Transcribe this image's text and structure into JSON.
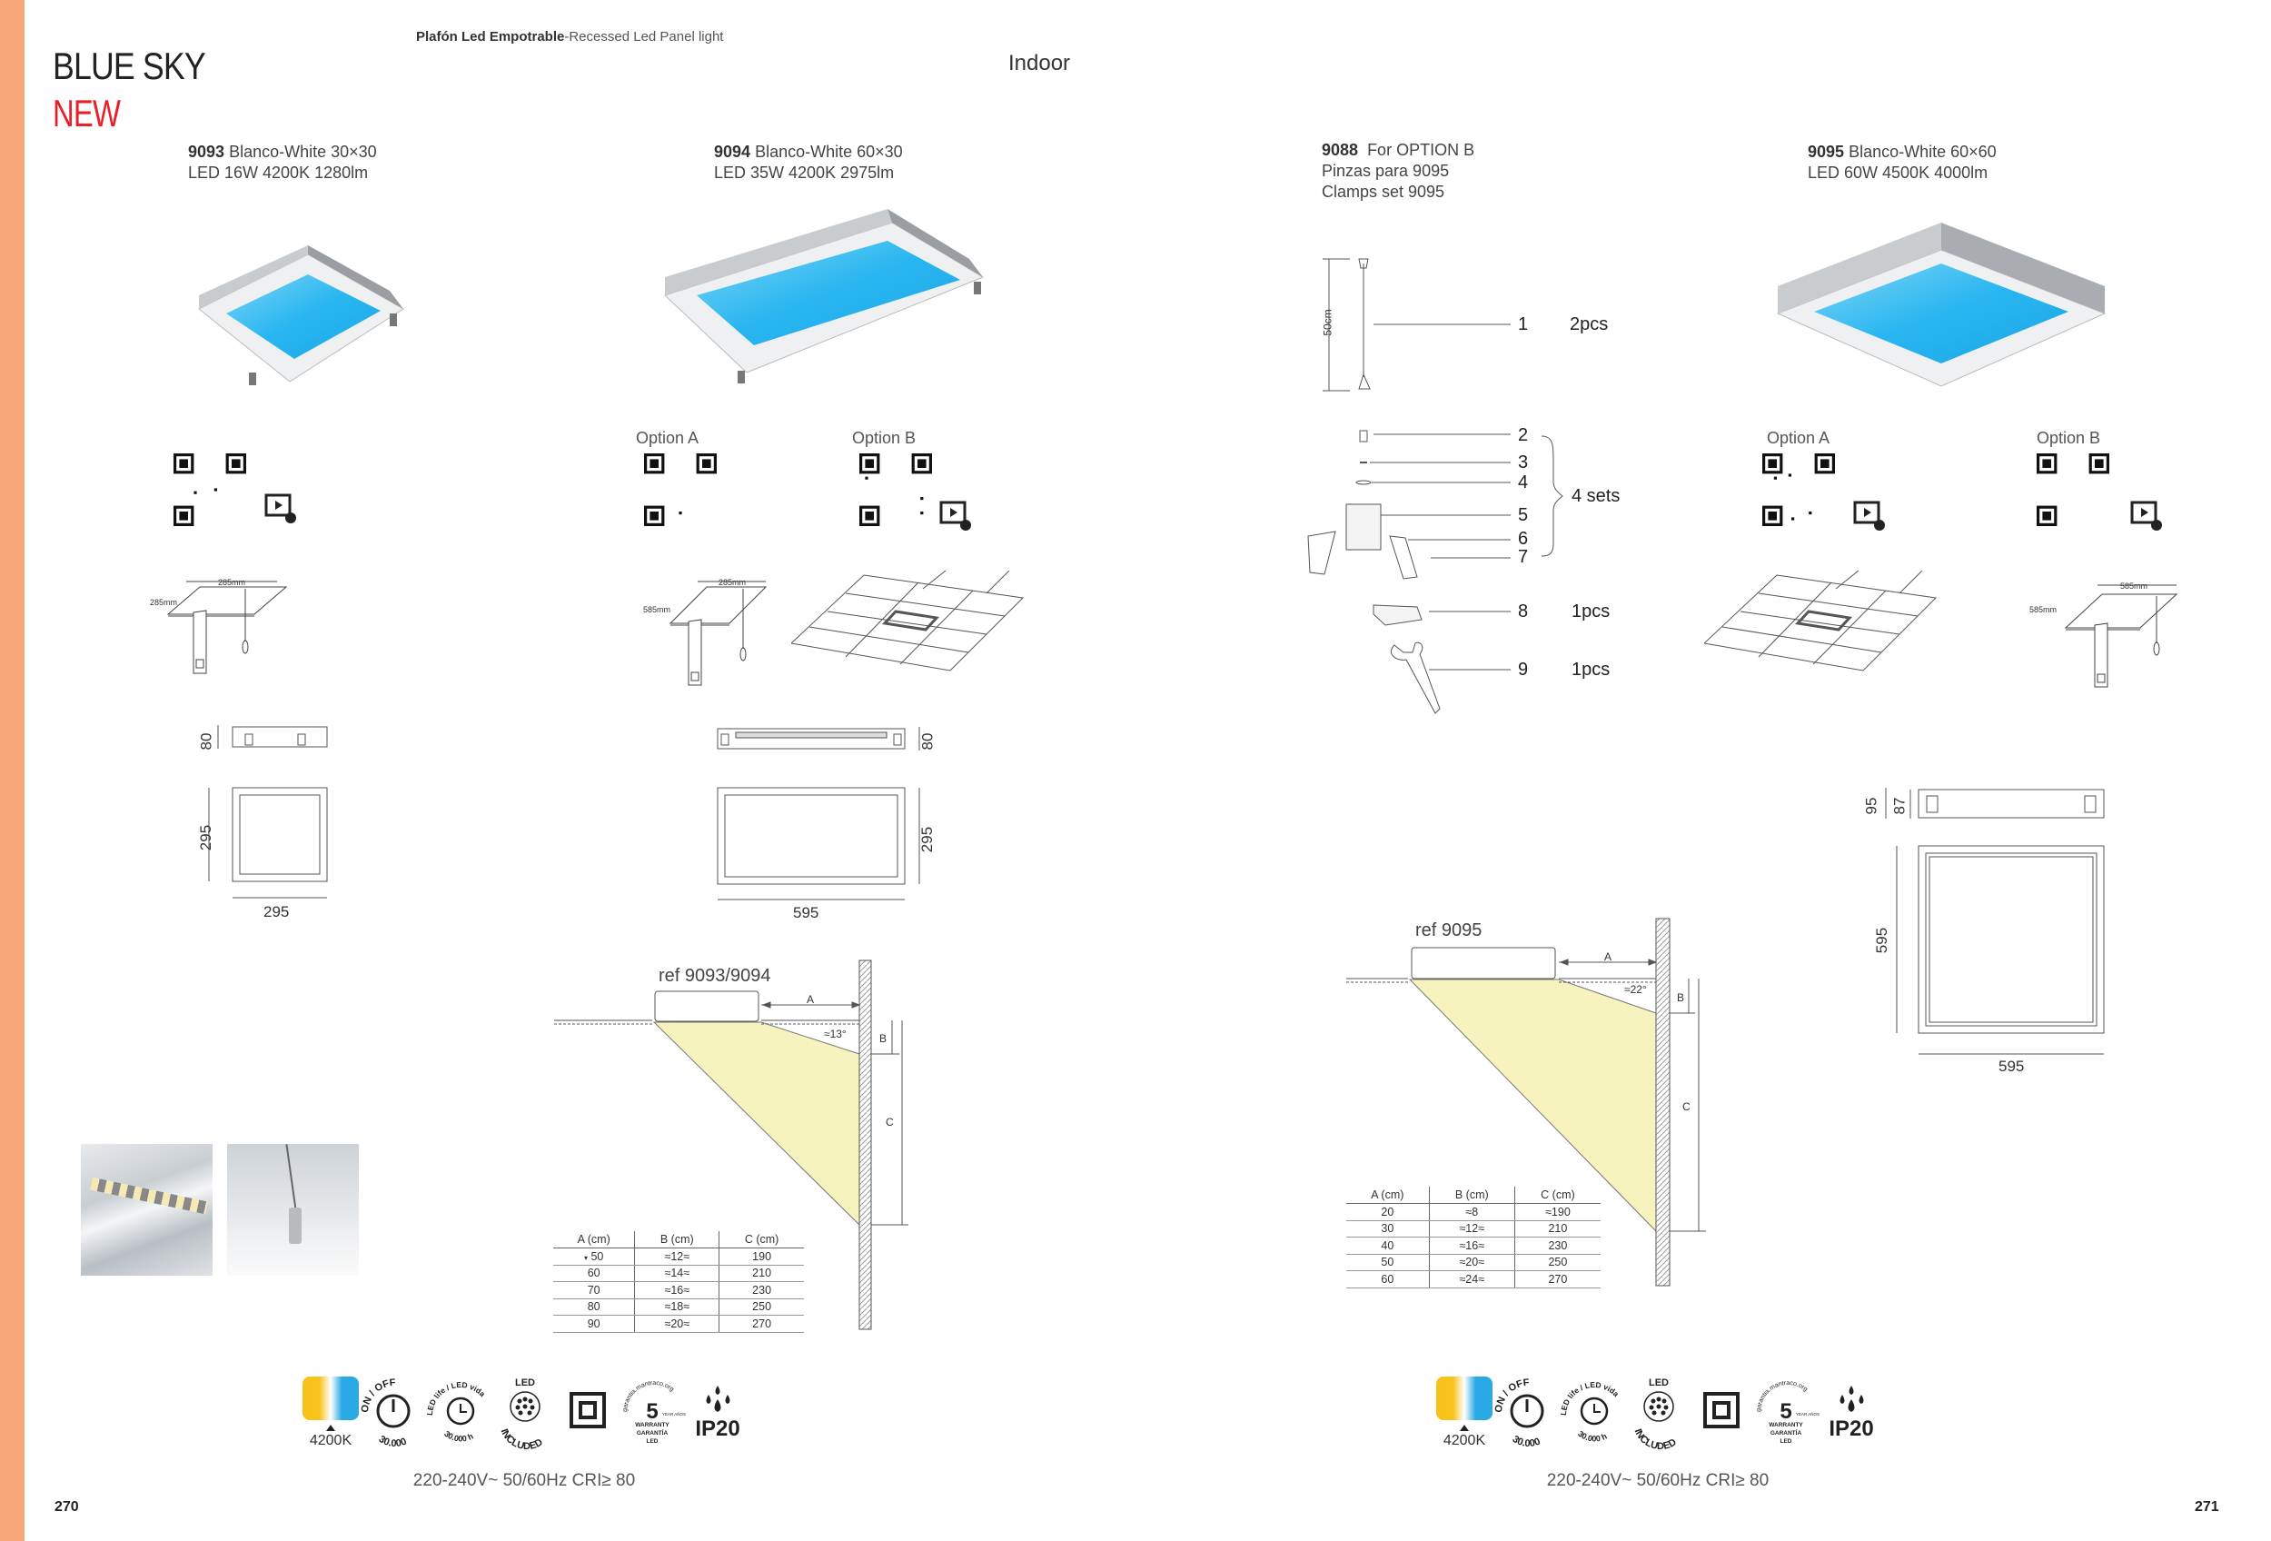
{
  "header": {
    "subtitle_bold": "Plafón Led Empotrable",
    "subtitle_light": "-Recessed Led Panel light",
    "title": "BLUE SKY",
    "badge": "NEW",
    "category": "Indoor"
  },
  "products": [
    {
      "code": "9093",
      "desc": "Blanco-White  30×30",
      "spec": "LED 16W 4200K 1280lm"
    },
    {
      "code": "9094",
      "desc": "Blanco-White 60×30",
      "spec": "LED 35W 4200K 2975lm"
    },
    {
      "code": "9095",
      "desc": "Blanco-White  60×60",
      "spec": "LED 60W 4500K 4000lm"
    }
  ],
  "kit": {
    "code": "9088",
    "desc": "For OPTION B",
    "line2": "Pinzas para 9095",
    "line3": "Clamps set 9095",
    "length_label": "50cm",
    "parts": [
      "1",
      "2",
      "3",
      "4",
      "5",
      "6",
      "7",
      "8",
      "9"
    ],
    "qty_1": "2pcs",
    "qty_set": "4 sets",
    "qty_8": "1pcs",
    "qty_9": "1pcs"
  },
  "options": {
    "a": "Option A",
    "b": "Option B"
  },
  "install": {
    "cut_9093_w": "285mm",
    "cut_9093_d": "285mm",
    "cut_9094_w": "285mm",
    "cut_9094_d": "585mm",
    "cut_9095_w": "585mm",
    "cut_9095_d": "585mm"
  },
  "dims": {
    "d9093": {
      "h": "80",
      "side": "295",
      "width": "295"
    },
    "d9094": {
      "h": "80",
      "side": "295",
      "width": "595"
    },
    "d9095": {
      "h1": "95",
      "h2": "87",
      "side": "595",
      "width": "595"
    }
  },
  "diagram_left": {
    "ref": "ref 9093/9094",
    "angle": "≈13°",
    "a": "A",
    "b": "B",
    "c": "C",
    "table": {
      "headers": [
        "A (cm)",
        "B (cm)",
        "C (cm)"
      ],
      "marker": "▾",
      "rows": [
        [
          "50",
          "≈12≈",
          "190"
        ],
        [
          "60",
          "≈14≈",
          "210"
        ],
        [
          "70",
          "≈16≈",
          "230"
        ],
        [
          "80",
          "≈18≈",
          "250"
        ],
        [
          "90",
          "≈20≈",
          "270"
        ]
      ]
    }
  },
  "diagram_right": {
    "ref": "ref 9095",
    "angle": "≈22°",
    "a": "A",
    "b": "B",
    "c": "C",
    "table": {
      "headers": [
        "A (cm)",
        "B (cm)",
        "C (cm)"
      ],
      "rows": [
        [
          "20",
          "≈8",
          "≈190"
        ],
        [
          "30",
          "≈12≈",
          "210"
        ],
        [
          "40",
          "≈16≈",
          "230"
        ],
        [
          "50",
          "≈20≈",
          "250"
        ],
        [
          "60",
          "≈24≈",
          "270"
        ]
      ]
    }
  },
  "icons": {
    "cct": "4200K",
    "onoff_top": "ON / OFF",
    "onoff_bottom": "30.000",
    "life_top": "LED life / LED vida",
    "life_bottom": "30.000 h",
    "led_top": "LED",
    "led_bottom": "INCLUDED",
    "warranty_url": "garantia.mantraco.org",
    "warranty_years": "5",
    "warranty_unit": "YEAR AÑOS",
    "warranty_l1": "WARRANTY",
    "warranty_l2": "GARANTÍA",
    "warranty_l3": "LED",
    "ip": "IP20"
  },
  "footer": {
    "voltage": "220-240V~ 50/60Hz CRI≥ 80",
    "page_left": "270",
    "page_right": "271"
  },
  "colors": {
    "strip": "#F7A77A",
    "new": "#E8202A",
    "beam": "#F6F3BE",
    "panel": "#29B6F0"
  }
}
